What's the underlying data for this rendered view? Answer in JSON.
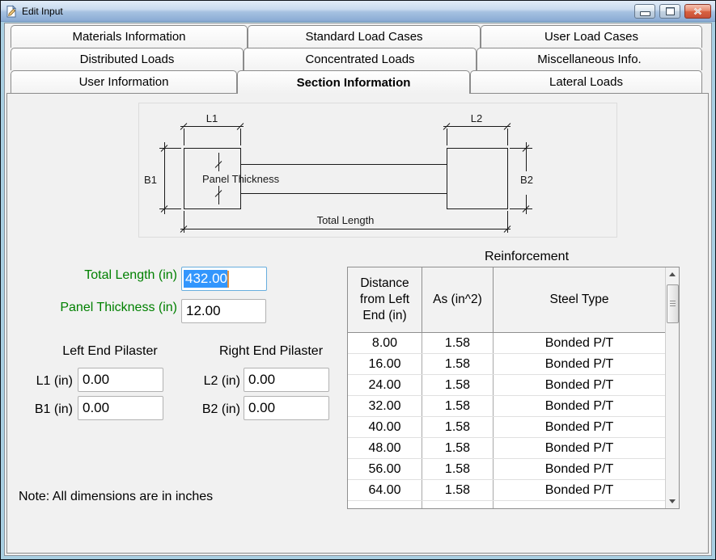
{
  "window": {
    "title": "Edit Input",
    "controls": {
      "minimize": "minimize-icon",
      "maximize": "maximize-icon",
      "close": "close-icon"
    }
  },
  "tabs": {
    "row1": [
      {
        "label": "Materials Information"
      },
      {
        "label": "Standard Load Cases"
      },
      {
        "label": "User Load Cases"
      }
    ],
    "row2": [
      {
        "label": "Distributed Loads"
      },
      {
        "label": "Concentrated Loads"
      },
      {
        "label": "Miscellaneous Info."
      }
    ],
    "row3": [
      {
        "label": "User Information"
      },
      {
        "label": "Section Information",
        "active": true
      },
      {
        "label": "Lateral Loads"
      }
    ]
  },
  "diagram": {
    "l1": "L1",
    "l2": "L2",
    "b1": "B1",
    "b2": "B2",
    "panel_thickness": "Panel Thickness",
    "total_length": "Total Length"
  },
  "form": {
    "total_length": {
      "label": "Total Length (in)",
      "value": "432.00"
    },
    "panel_thickness": {
      "label": "Panel Thickness (in)",
      "value": "12.00"
    },
    "left_pilaster": {
      "title": "Left End Pilaster",
      "l1": {
        "label": "L1 (in)",
        "value": "0.00"
      },
      "b1": {
        "label": "B1 (in)",
        "value": "0.00"
      }
    },
    "right_pilaster": {
      "title": "Right End Pilaster",
      "l2": {
        "label": "L2 (in)",
        "value": "0.00"
      },
      "b2": {
        "label": "B2 (in)",
        "value": "0.00"
      }
    },
    "note": "Note: All dimensions are in inches"
  },
  "reinforcement": {
    "title": "Reinforcement",
    "columns": [
      "Distance from Left End (in)",
      "As (in^2)",
      "Steel Type"
    ],
    "rows": [
      {
        "distance": "8.00",
        "as": "1.58",
        "steel": "Bonded P/T"
      },
      {
        "distance": "16.00",
        "as": "1.58",
        "steel": "Bonded P/T"
      },
      {
        "distance": "24.00",
        "as": "1.58",
        "steel": "Bonded P/T"
      },
      {
        "distance": "32.00",
        "as": "1.58",
        "steel": "Bonded P/T"
      },
      {
        "distance": "40.00",
        "as": "1.58",
        "steel": "Bonded P/T"
      },
      {
        "distance": "48.00",
        "as": "1.58",
        "steel": "Bonded P/T"
      },
      {
        "distance": "56.00",
        "as": "1.58",
        "steel": "Bonded P/T"
      },
      {
        "distance": "64.00",
        "as": "1.58",
        "steel": "Bonded P/T"
      }
    ]
  },
  "colors": {
    "label_green": "#008000",
    "selection_blue": "#3296fd",
    "caret_orange": "#e9923c",
    "titlebar_blue": "#8aabd4",
    "close_button_red": "#c64f38"
  }
}
